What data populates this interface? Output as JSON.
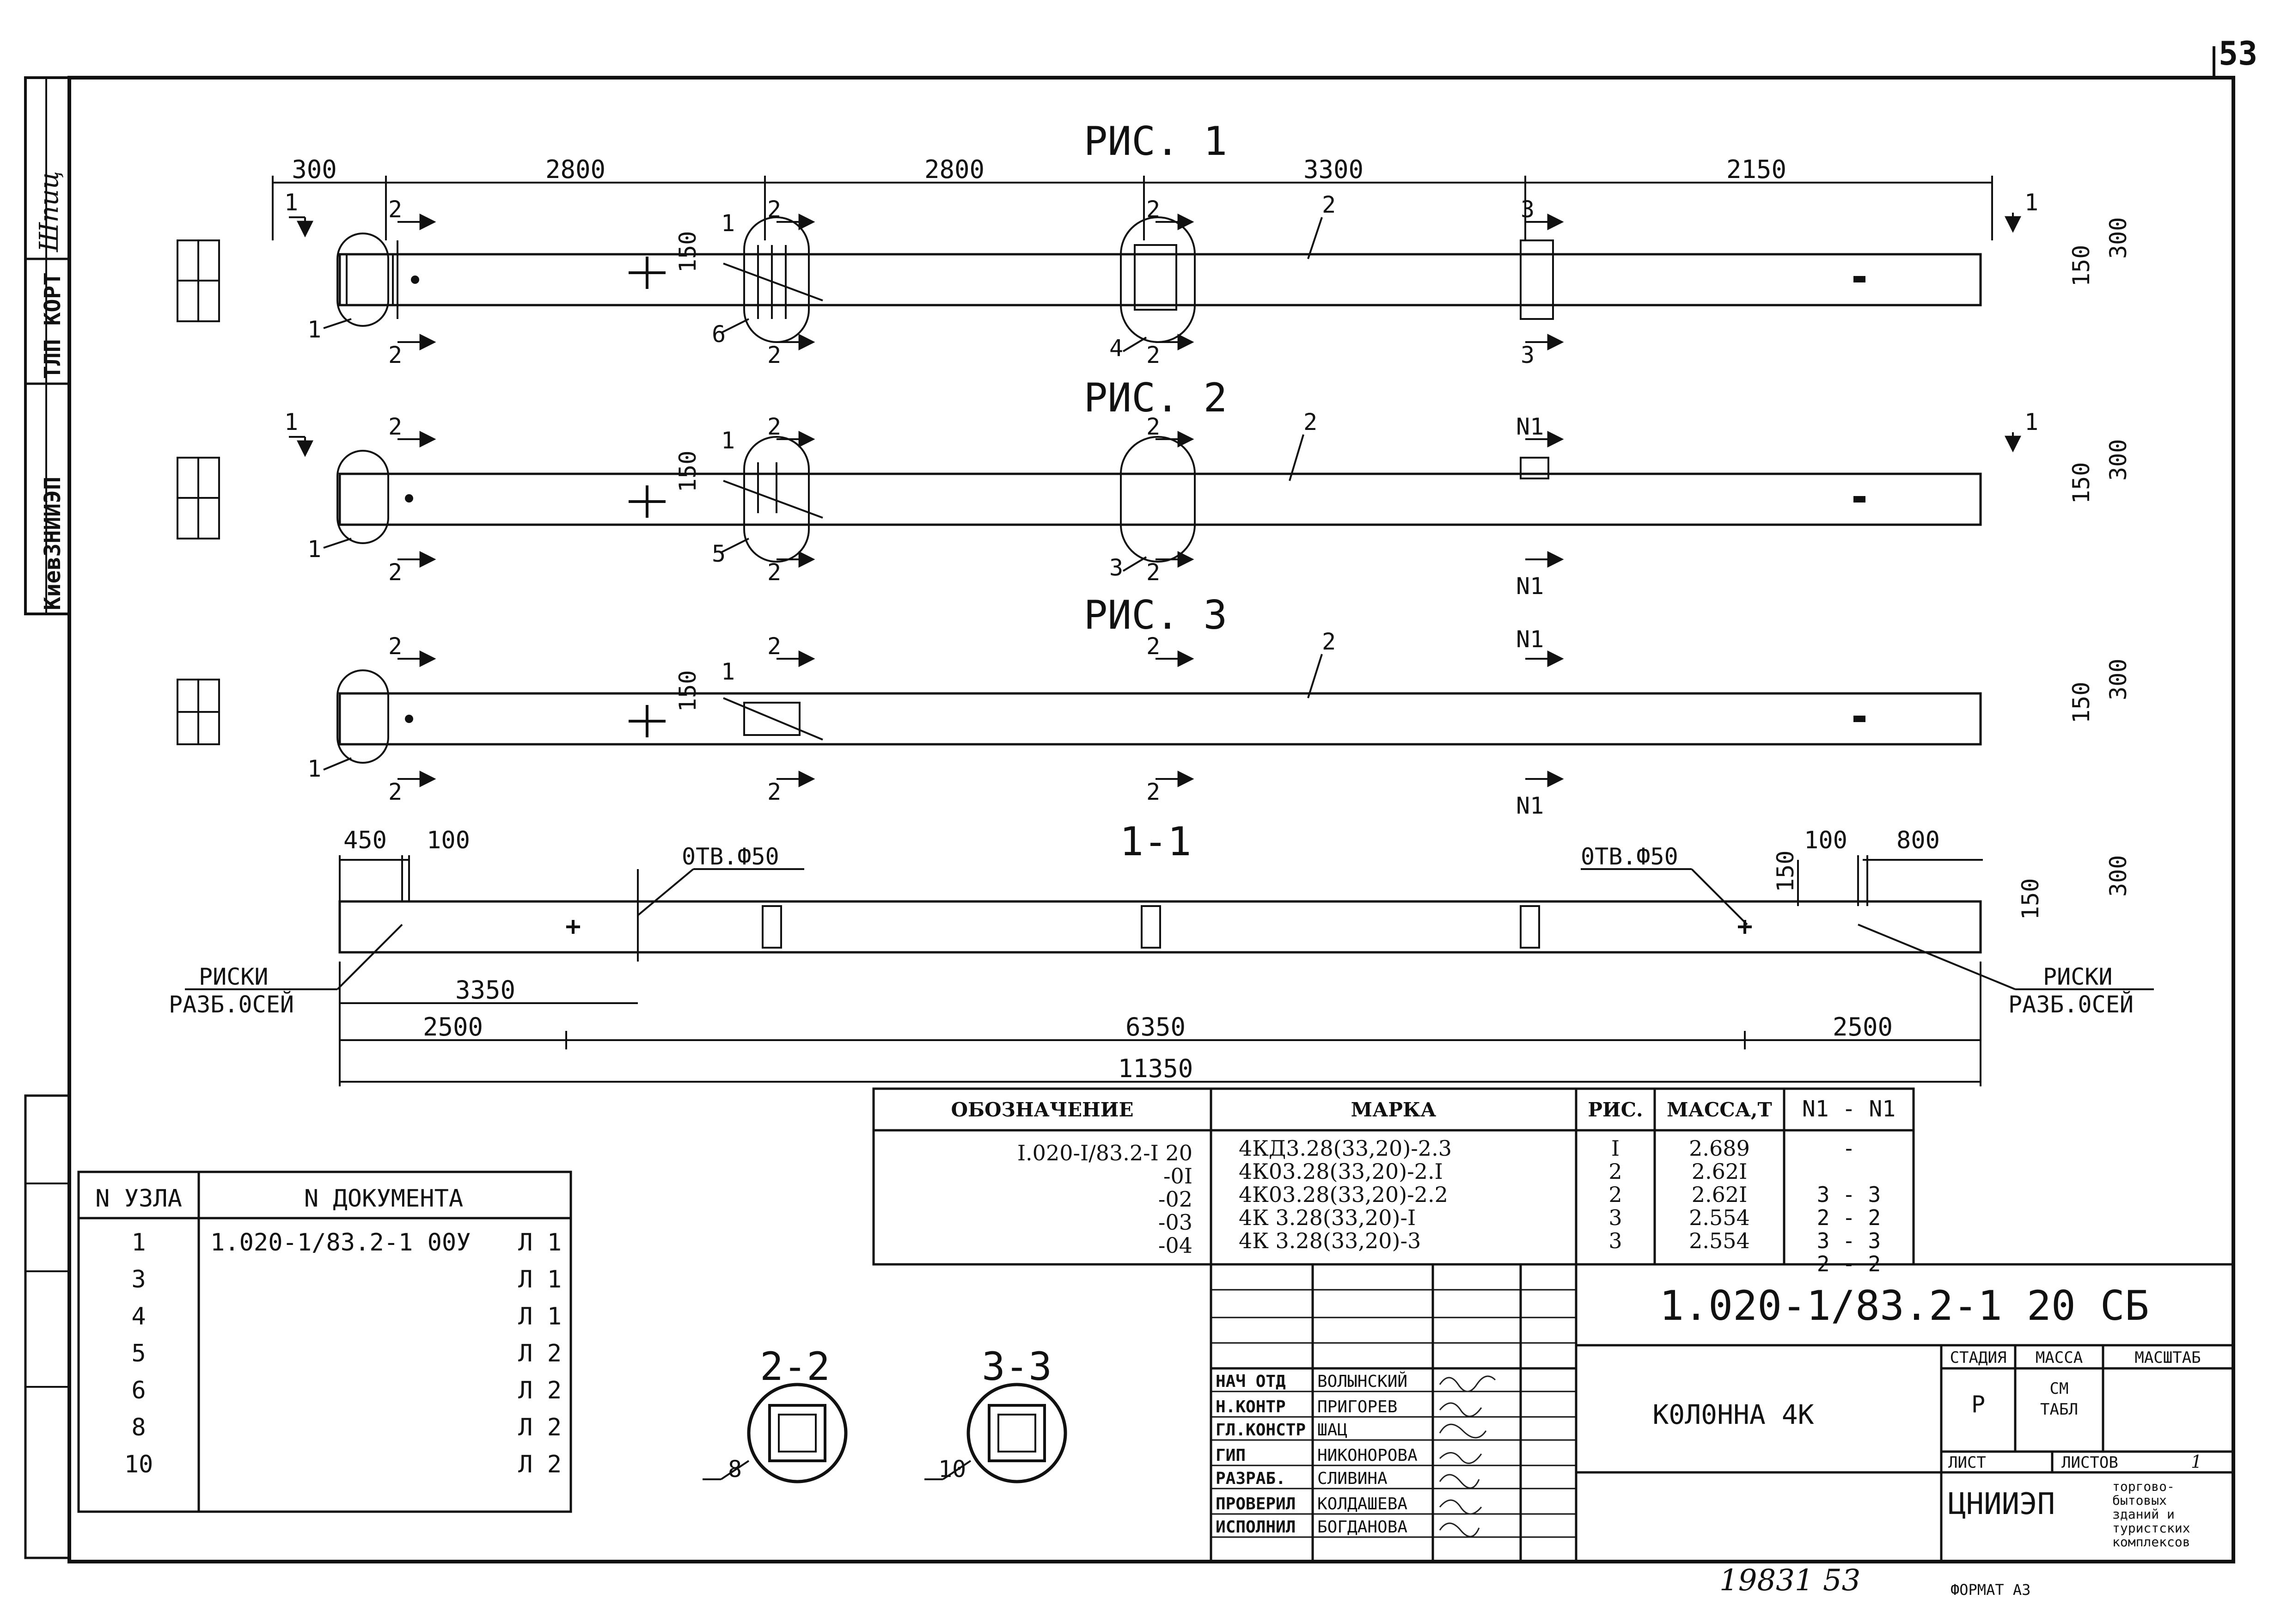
{
  "sheet": {
    "corner_mark": "53",
    "archive": "19831   53",
    "format": "ФОРМАТ А3"
  },
  "stamp": {
    "org": "КиевЗНИИЭП",
    "check": "ТЛП КОРТ",
    "signature": "Шпиц"
  },
  "figures": [
    {
      "title": "РИС. 1"
    },
    {
      "title": "РИС. 2"
    },
    {
      "title": "РИС. 3"
    }
  ],
  "dims": {
    "top": [
      "300",
      "2800",
      "2800",
      "3300",
      "2150"
    ],
    "d150": "150",
    "d300": "300",
    "s11": [
      "450",
      "100",
      "800"
    ],
    "bottom": [
      "3350",
      "2500",
      "6350",
      "11350"
    ]
  },
  "callouts": {
    "fig1": [
      "1",
      "2",
      "3",
      "1",
      "6",
      "4"
    ],
    "fig2": [
      "1",
      "2",
      "N1",
      "1",
      "5",
      "3"
    ],
    "fig3": [
      "2",
      "N1",
      "1"
    ]
  },
  "section11": {
    "title": "1-1",
    "hole_label": "0ТВ.Ф50",
    "marks_line1": "РИСКИ",
    "marks_line2": "РАЗБ.0СЕЙ"
  },
  "spec": {
    "headers": [
      "ОБОЗНАЧЕНИЕ",
      "МАРКА",
      "РИС.",
      "МАССА,Т",
      "N1 - N1"
    ],
    "rows": [
      {
        "designation": "I.020-I/83.2-I 20",
        "mark": "4КД3.28(33,20)-2.3",
        "fig": "I",
        "mass": "2.689",
        "section": "-"
      },
      {
        "designation": "-0I",
        "mark": "4К03.28(33,20)-2.I",
        "fig": "2",
        "mass": "2.62I",
        "section": "3 - 3"
      },
      {
        "designation": "-02",
        "mark": "4К03.28(33,20)-2.2",
        "fig": "2",
        "mass": "2.62I",
        "section": "2 - 2"
      },
      {
        "designation": "-03",
        "mark": "4К 3.28(33,20)-I",
        "fig": "3",
        "mass": "2.554",
        "section": "3 - 3"
      },
      {
        "designation": "-04",
        "mark": "4К 3.28(33,20)-3",
        "fig": "3",
        "mass": "2.554",
        "section": "2 - 2"
      }
    ]
  },
  "nodes": {
    "headers": [
      "N УЗЛА",
      "N ДОКУМЕНТА"
    ],
    "rows": [
      {
        "n": "1",
        "doc": "1.020-1/83.2-1 00У",
        "sheet": "Л 1"
      },
      {
        "n": "3",
        "sheet": "Л 1"
      },
      {
        "n": "4",
        "sheet": "Л 1"
      },
      {
        "n": "5",
        "sheet": "Л 2"
      },
      {
        "n": "6",
        "sheet": "Л 2"
      },
      {
        "n": "8",
        "sheet": "Л 2"
      },
      {
        "n": "10",
        "sheet": "Л 2"
      }
    ]
  },
  "sections": [
    {
      "title": "2-2",
      "node": "8"
    },
    {
      "title": "3-3",
      "node": "10"
    }
  ],
  "titleblock": {
    "code": "1.020-1/83.2-1 20 СБ",
    "item": "К0Л0ННА 4К",
    "stage_label": "СТАДИЯ",
    "mass_label": "МАССА",
    "scale_label": "МАСШТАБ",
    "stage": "Р",
    "mass_value_1": "СМ",
    "mass_value_2": "ТАБЛ",
    "sheet_label": "ЛИСТ",
    "sheets_label": "ЛИСТОВ",
    "sheets_value": "1",
    "org": "ЦНИИЭП",
    "org_desc": [
      "торгово-",
      "бытовых",
      "зданий и",
      "туристских",
      "комплексов"
    ],
    "people": [
      {
        "role": "НАЧ ОТД",
        "name": "ВОЛЫНСКИЙ"
      },
      {
        "role": "Н.КОНТР",
        "name": "ПРИГОРЕВ"
      },
      {
        "role": "ГЛ.КОНСТР",
        "name": "ШАЦ"
      },
      {
        "role": "ГИП",
        "name": "НИКОНОРОВА"
      },
      {
        "role": "РАЗРАБ.",
        "name": "СЛИВИНА"
      },
      {
        "role": "ПРОВЕРИЛ",
        "name": "КОЛДАШЕВА"
      },
      {
        "role": "ИСПОЛНИЛ",
        "name": "БОГДАНОВА"
      }
    ]
  }
}
